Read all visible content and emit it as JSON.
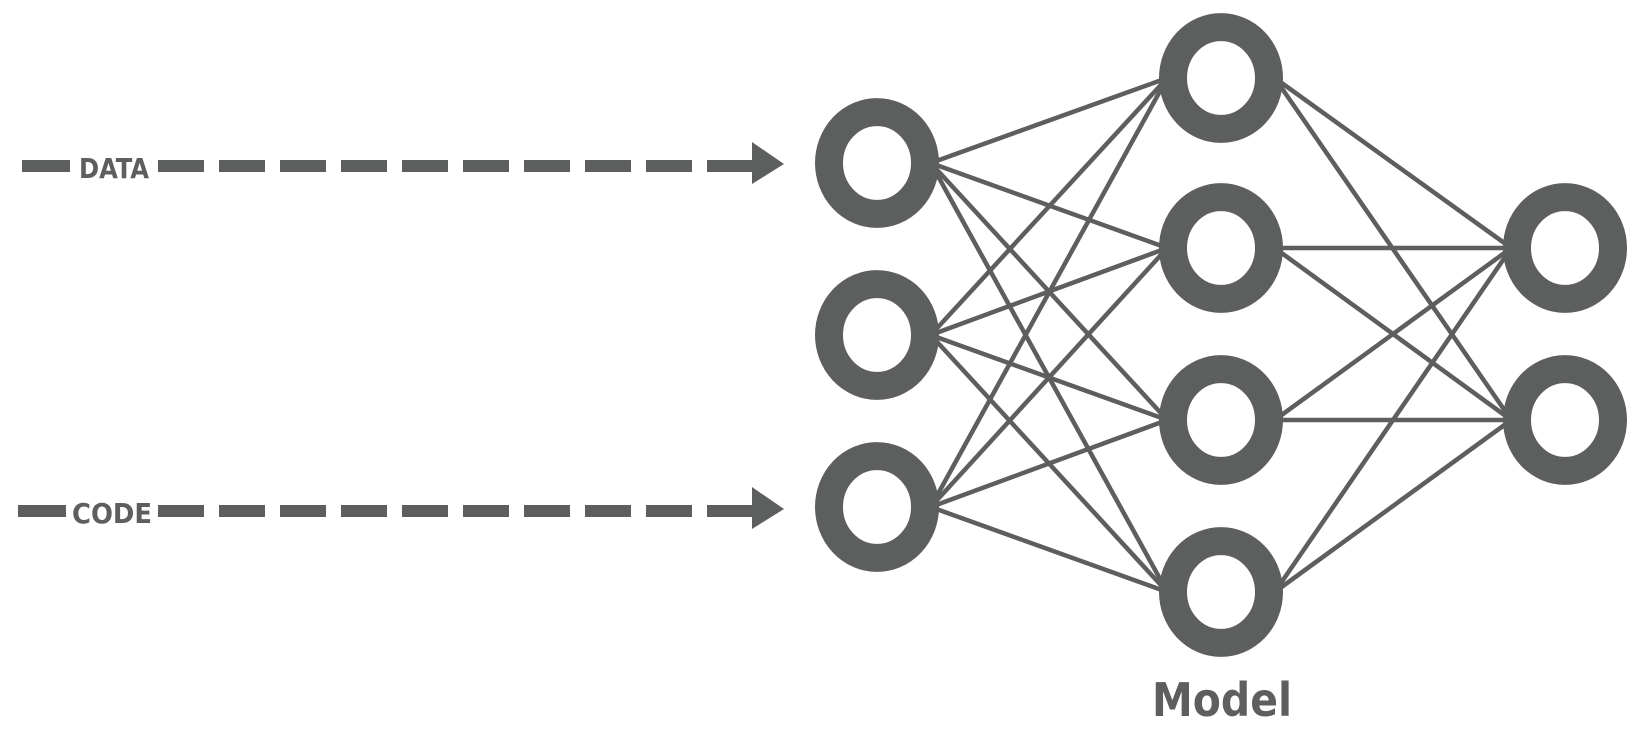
{
  "colors": {
    "ink": "#5d5e5e",
    "background": "#ffffff"
  },
  "inputs": [
    {
      "label": "DATA",
      "target_node": 0
    },
    {
      "label": "CODE",
      "target_node": 2
    }
  ],
  "model": {
    "label": "Model",
    "layers": [
      3,
      4,
      2
    ],
    "fully_connected": true
  }
}
